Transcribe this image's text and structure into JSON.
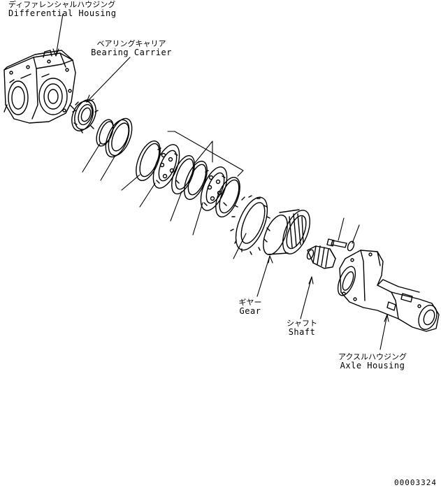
{
  "labels": {
    "differential_housing": {
      "jp": "ディファレンシャルハウジング",
      "en": "Differential Housing"
    },
    "bearing_carrier": {
      "jp": "ベアリングキャリア",
      "en": "Bearing Carrier"
    },
    "gear": {
      "jp": "ギヤー",
      "en": "Gear"
    },
    "shaft": {
      "jp": "シャフト",
      "en": "Shaft"
    },
    "axle_housing": {
      "jp": "アクスルハウジング",
      "en": "Axle Housing"
    }
  },
  "drawing_code": "00003324"
}
